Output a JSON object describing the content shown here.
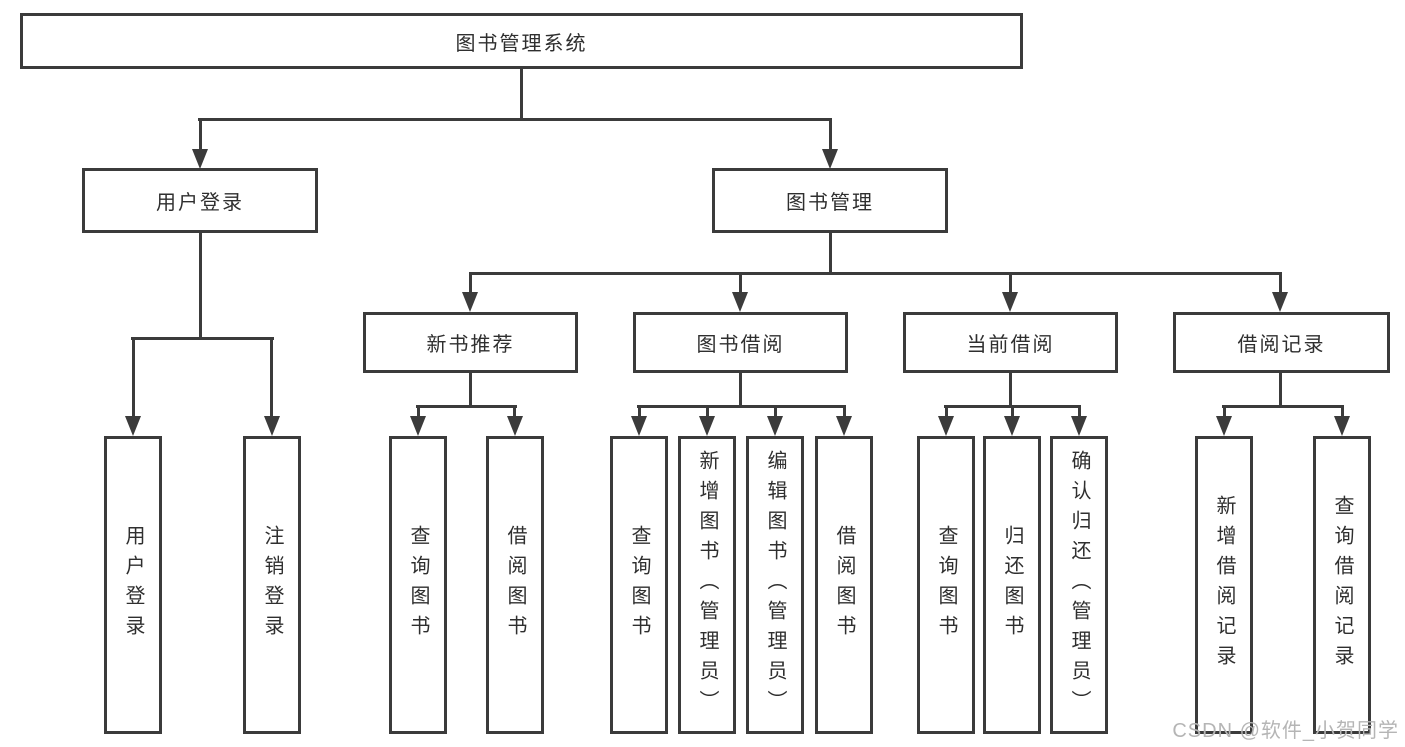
{
  "diagram": {
    "type": "hierarchy-tree",
    "root": {
      "label": "图书管理系统"
    },
    "branches": [
      {
        "label": "用户登录",
        "children": [
          {
            "label": "用户登录"
          },
          {
            "label": "注销登录"
          }
        ]
      },
      {
        "label": "图书管理",
        "children": [
          {
            "label": "新书推荐",
            "children": [
              {
                "label": "查询图书"
              },
              {
                "label": "借阅图书"
              }
            ]
          },
          {
            "label": "图书借阅",
            "children": [
              {
                "label": "查询图书"
              },
              {
                "label": "新增图书（管理员）"
              },
              {
                "label": "编辑图书（管理员）"
              },
              {
                "label": "借阅图书"
              }
            ]
          },
          {
            "label": "当前借阅",
            "children": [
              {
                "label": "查询图书"
              },
              {
                "label": "归还图书"
              },
              {
                "label": "确认归还（管理员）"
              }
            ]
          },
          {
            "label": "借阅记录",
            "children": [
              {
                "label": "新增借阅记录"
              },
              {
                "label": "查询借阅记录"
              }
            ]
          }
        ]
      }
    ],
    "watermark": "CSDN @软件_小贺同学",
    "colors": {
      "line": "#3b3b3b",
      "text": "#2f2f2f",
      "watermark": "#b5b5b5",
      "background": "#ffffff"
    }
  }
}
